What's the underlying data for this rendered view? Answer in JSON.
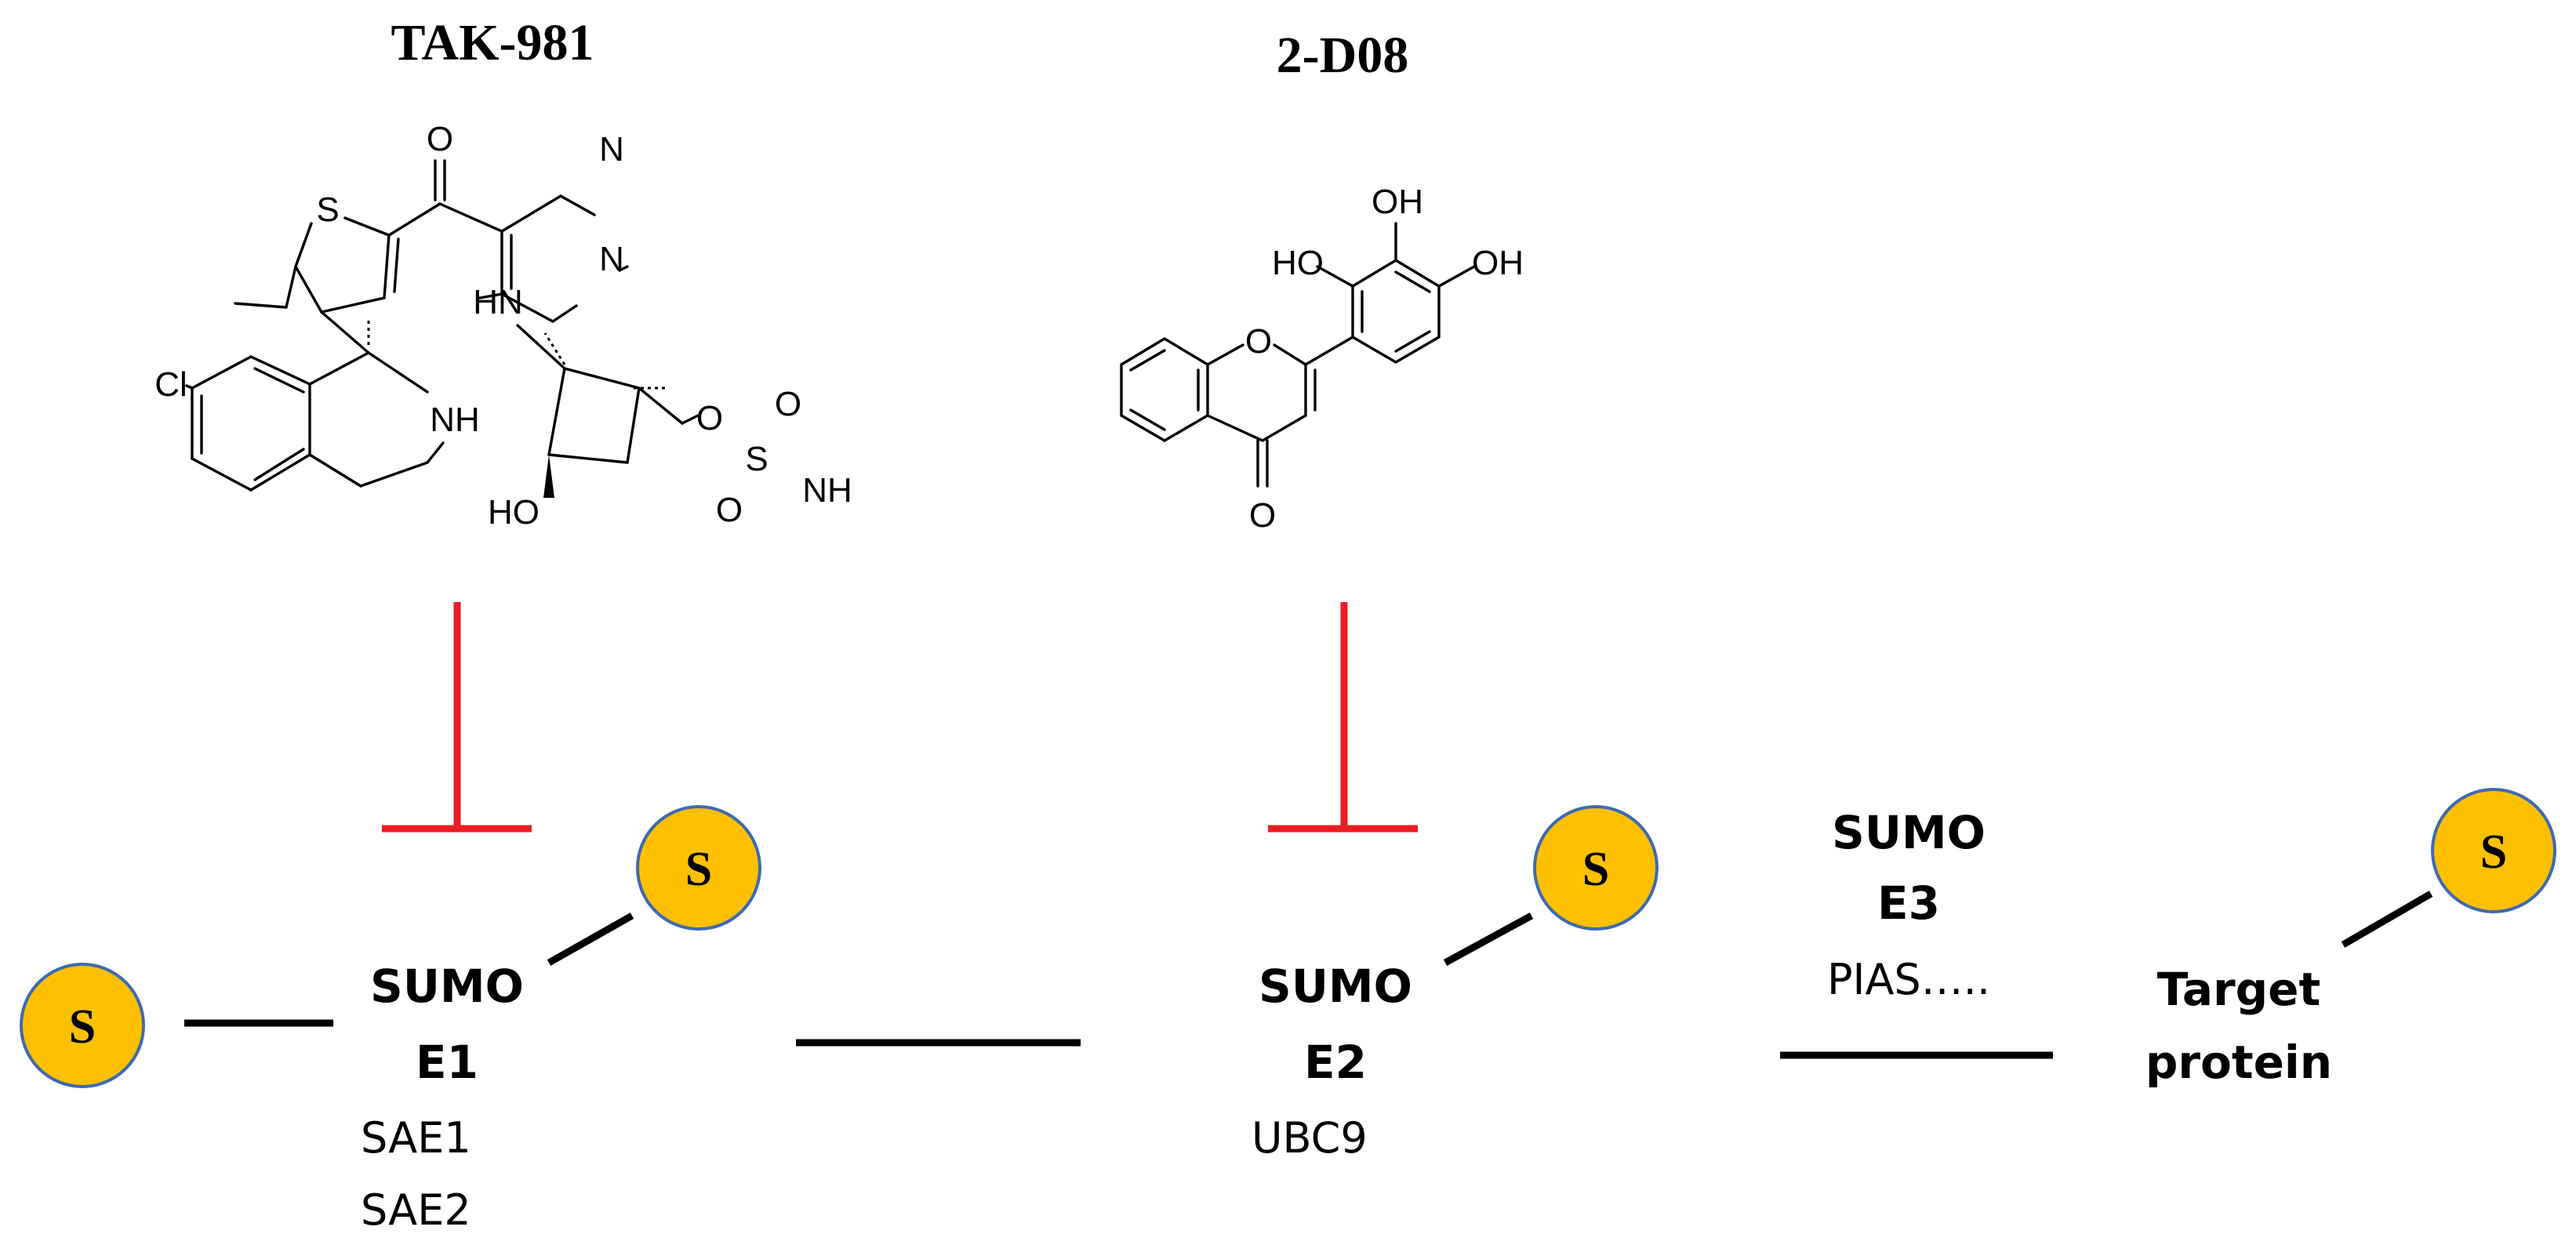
{
  "inhibitors": {
    "tak981": {
      "name": "TAK-981",
      "atoms": {
        "o_ketone": "O",
        "n1": "N",
        "n2": "N",
        "s": "S",
        "hn": "HN",
        "cl": "Cl",
        "nh": "NH",
        "ho": "HO",
        "o_ester": "O",
        "o_s1": "O",
        "s_sulf": "S",
        "o_s2": "O",
        "nh_sulf": "NH"
      }
    },
    "d08": {
      "name": "2-D08",
      "atoms": {
        "oh1": "OH",
        "ho": "HO",
        "oh2": "OH",
        "o_ring": "O",
        "o_ketone": "O"
      }
    }
  },
  "sumo_badge": {
    "letter": "S",
    "fill": "#ffc000",
    "stroke": "#3e6ab0"
  },
  "pathway": {
    "e1": {
      "line1": "SUMO",
      "line2": "E1",
      "sub1": "SAE1",
      "sub2": "SAE2"
    },
    "e2": {
      "line1": "SUMO",
      "line2": "E2",
      "sub1": "UBC9"
    },
    "e3": {
      "line1": "SUMO",
      "line2": "E3",
      "sub1": "PIAS….."
    },
    "target": {
      "line1": "Target",
      "line2": "protein"
    }
  },
  "colors": {
    "inhibition": "#ee1c24",
    "arrow": "#000000",
    "text": "#000000"
  }
}
